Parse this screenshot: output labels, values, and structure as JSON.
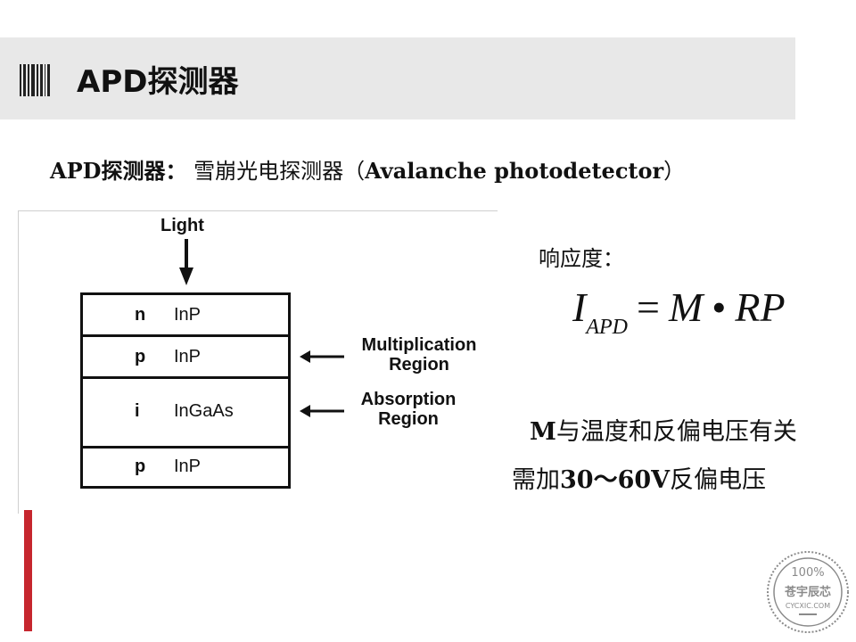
{
  "slide": {
    "title": "APD探测器"
  },
  "subtitle": {
    "prefix": "APD探测器：",
    "middle": " 雪崩光电探测器（",
    "english": "Avalanche photodetector",
    "suffix": "）"
  },
  "diagram": {
    "light_label": "Light",
    "layers": [
      {
        "doping": "n",
        "material": "InP"
      },
      {
        "doping": "p",
        "material": "InP"
      },
      {
        "doping": "i",
        "material": "InGaAs"
      },
      {
        "doping": "p",
        "material": "InP"
      }
    ],
    "regions": [
      {
        "line1": "Multiplication",
        "line2": "Region"
      },
      {
        "line1": "Absorption",
        "line2": "Region"
      }
    ]
  },
  "responsivity": {
    "label": "响应度：",
    "formula": {
      "lhs": "I",
      "lhs_sub": "APD",
      "equals": "=",
      "m": "M",
      "dot": "•",
      "rhs": "RP"
    }
  },
  "notes": {
    "line1_bold": "M",
    "line1_rest": "与温度和反偏电压有关",
    "line2_prefix": "需加",
    "line2_bold": "30～60V",
    "line2_rest": "反偏电压"
  },
  "stamp": {
    "top": "100%",
    "middle": "苍宇辰芯",
    "bottom": "CYCXIC.COM"
  },
  "colors": {
    "title_bar": "#e8e8e8",
    "accent_red": "#c6262e",
    "stamp_gray": "#8a8a8a"
  }
}
